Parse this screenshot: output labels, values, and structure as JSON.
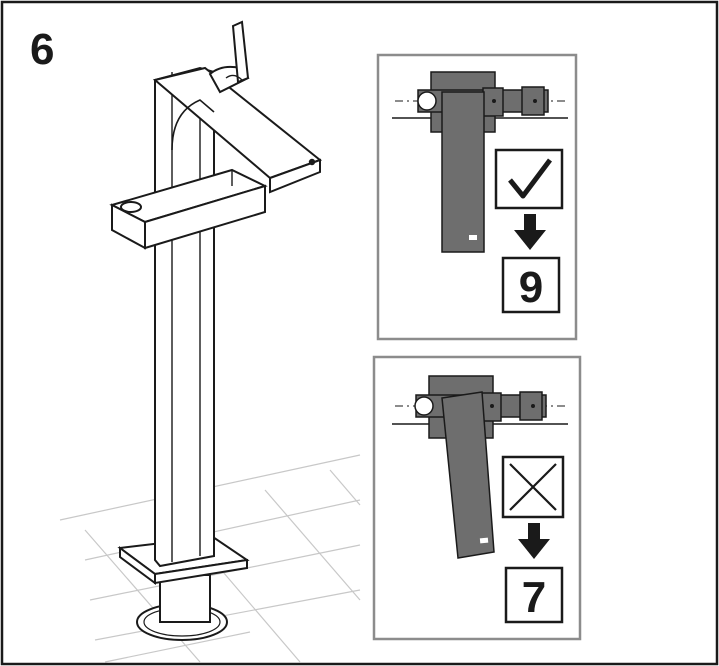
{
  "step": {
    "number": "6"
  },
  "panels": [
    {
      "result": "correct",
      "symbol": "check-mark",
      "next_step": "9"
    },
    {
      "result": "incorrect",
      "symbol": "cross-mark",
      "next_step": "7"
    }
  ],
  "colors": {
    "outline": "#1a1a1a",
    "panel_border": "#8c8c8c",
    "part_fill": "#6e6e6e",
    "tile_lines": "#c8c8c8"
  }
}
